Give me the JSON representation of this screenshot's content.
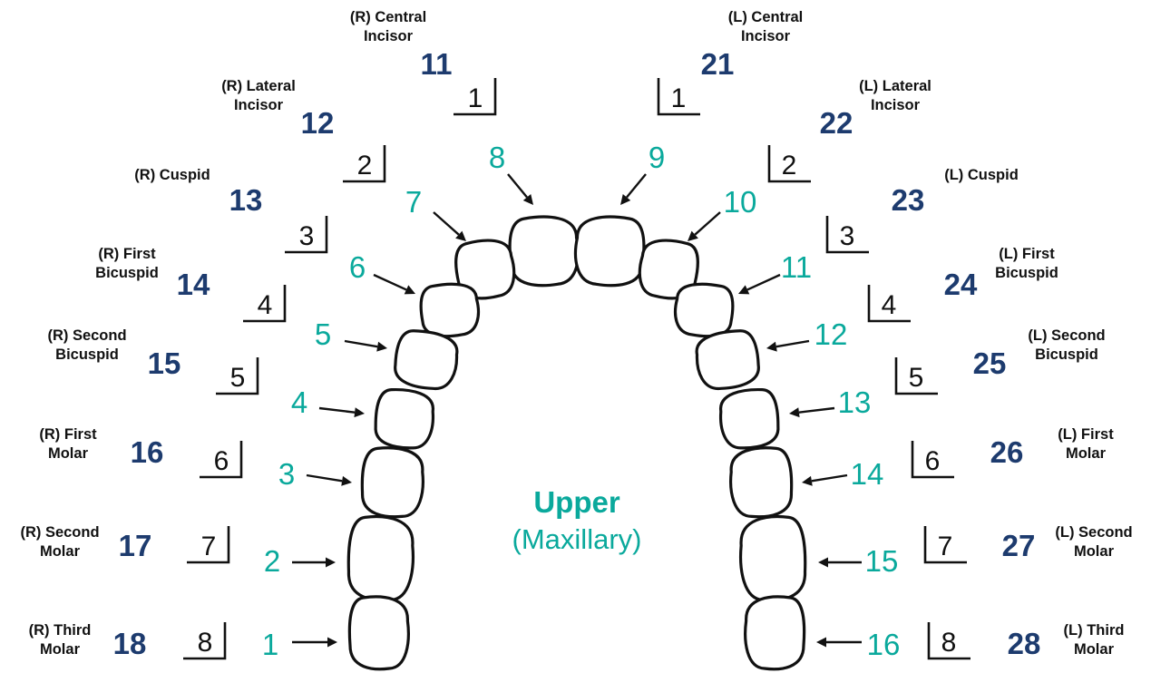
{
  "colors": {
    "teal": "#0aa99c",
    "navy": "#1d3b6e",
    "ink": "#111111"
  },
  "title": {
    "main": "Upper",
    "sub": "(Maxillary)"
  },
  "right_side": [
    {
      "name_lines": [
        "(R) Central",
        "Incisor"
      ],
      "fdi": "11",
      "palmer": "1",
      "universal": "8"
    },
    {
      "name_lines": [
        "(R) Lateral",
        "Incisor"
      ],
      "fdi": "12",
      "palmer": "2",
      "universal": "7"
    },
    {
      "name_lines": [
        "(R) Cuspid"
      ],
      "fdi": "13",
      "palmer": "3",
      "universal": "6"
    },
    {
      "name_lines": [
        "(R) First",
        "Bicuspid"
      ],
      "fdi": "14",
      "palmer": "4",
      "universal": "5"
    },
    {
      "name_lines": [
        "(R) Second",
        "Bicuspid"
      ],
      "fdi": "15",
      "palmer": "5",
      "universal": "4"
    },
    {
      "name_lines": [
        "(R) First",
        "Molar"
      ],
      "fdi": "16",
      "palmer": "6",
      "universal": "3"
    },
    {
      "name_lines": [
        "(R) Second",
        "Molar"
      ],
      "fdi": "17",
      "palmer": "7",
      "universal": "2"
    },
    {
      "name_lines": [
        "(R) Third",
        "Molar"
      ],
      "fdi": "18",
      "palmer": "8",
      "universal": "1"
    }
  ],
  "left_side": [
    {
      "name_lines": [
        "(L) Central",
        "Incisor"
      ],
      "fdi": "21",
      "palmer": "1",
      "universal": "9"
    },
    {
      "name_lines": [
        "(L) Lateral",
        "Incisor"
      ],
      "fdi": "22",
      "palmer": "2",
      "universal": "10"
    },
    {
      "name_lines": [
        "(L) Cuspid"
      ],
      "fdi": "23",
      "palmer": "3",
      "universal": "11"
    },
    {
      "name_lines": [
        "(L) First",
        "Bicuspid"
      ],
      "fdi": "24",
      "palmer": "4",
      "universal": "12"
    },
    {
      "name_lines": [
        "(L) Second",
        "Bicuspid"
      ],
      "fdi": "25",
      "palmer": "5",
      "universal": "13"
    },
    {
      "name_lines": [
        "(L) First",
        "Molar"
      ],
      "fdi": "26",
      "palmer": "6",
      "universal": "14"
    },
    {
      "name_lines": [
        "(L) Second",
        "Molar"
      ],
      "fdi": "27",
      "palmer": "7",
      "universal": "15"
    },
    {
      "name_lines": [
        "(L) Third",
        "Molar"
      ],
      "fdi": "28",
      "palmer": "8",
      "universal": "16"
    }
  ]
}
